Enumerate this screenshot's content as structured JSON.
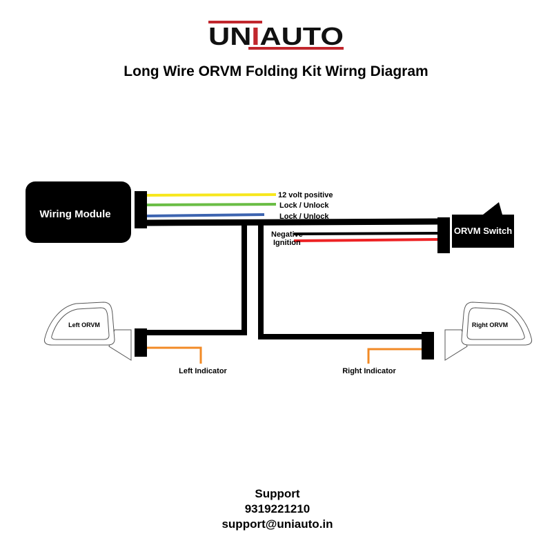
{
  "logo": {
    "part1": "UN",
    "part2": "I",
    "part3": "AUTO",
    "text": "UNIAUTO"
  },
  "title": "Long Wire ORVM Folding Kit Wirng Diagram",
  "diagram": {
    "module_label": "Wiring Module",
    "switch_label": "ORVM Switch",
    "wire_labels": {
      "yellow": "12 volt positive",
      "green": "Lock / Unlock",
      "blue": "Lock / Unlock",
      "negative": "Negative",
      "ignition": "Ignition"
    },
    "left_mirror_label": "Left ORVM",
    "right_mirror_label": "Right ORVM",
    "left_indicator": "Left Indicator",
    "right_indicator": "Right Indicator",
    "colors": {
      "yellow": "#f7e71c",
      "green": "#6abd45",
      "blue": "#3d64b0",
      "red": "#ed2224",
      "orange": "#f28a26",
      "brand_red": "#c1272d"
    }
  },
  "support": {
    "heading": "Support",
    "phone": "9319221210",
    "email": "support@uniauto.in"
  }
}
